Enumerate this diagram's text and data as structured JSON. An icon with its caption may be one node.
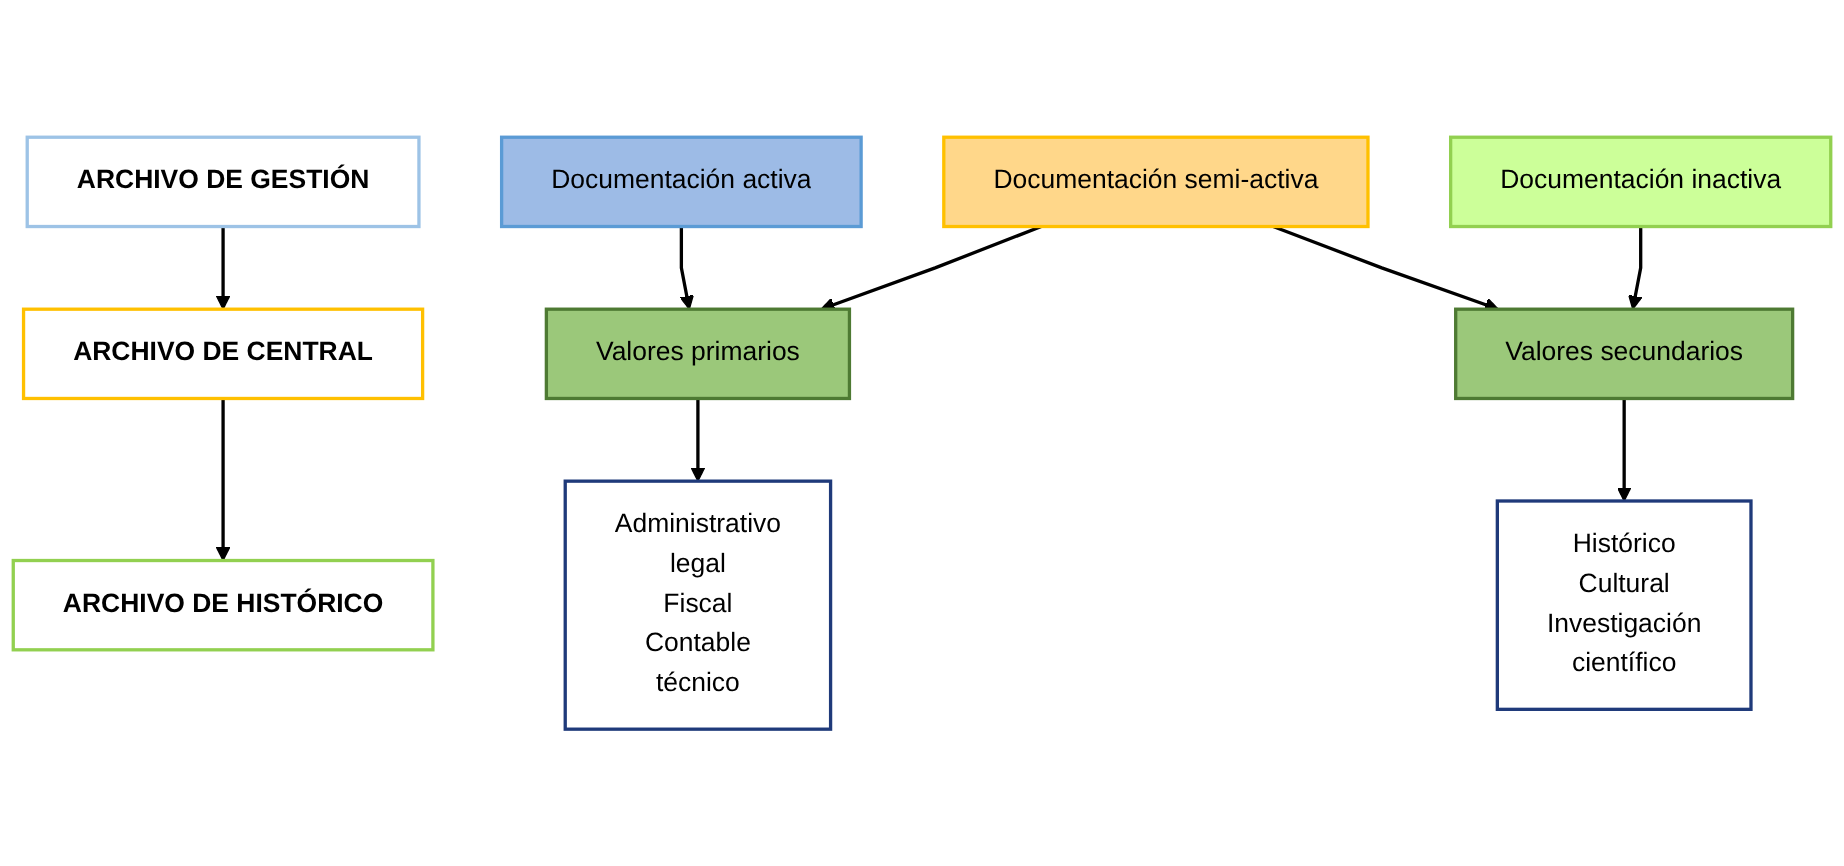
{
  "diagram": {
    "nodes": [
      {
        "text": [
          "ARCHIVO DE GESTIÓN"
        ]
      },
      {
        "text": [
          "Documentación activa"
        ]
      },
      {
        "text": [
          "ARCHIVO DE CENTRAL"
        ]
      },
      {
        "text": [
          "Documentación semi-activa"
        ]
      },
      {
        "text": [
          "ARCHIVO DE HISTÓRICO"
        ]
      },
      {
        "text": [
          "Documentación inactiva"
        ]
      },
      {
        "text": [
          "Valores primarios"
        ]
      },
      {
        "text": [
          "Valores secundarios"
        ]
      },
      {
        "text": [
          "Administrativo",
          "legal",
          "Fiscal",
          "Contable",
          "técnico"
        ]
      },
      {
        "text": [
          "Histórico",
          "Cultural",
          "Investigación",
          "científico"
        ]
      }
    ],
    "edges": [
      {
        "from": 0,
        "to": 2,
        "arrow": "to"
      },
      {
        "from": 2,
        "to": 4,
        "arrow": "to"
      },
      {
        "from": 1,
        "to": 6,
        "arrow": "to"
      },
      {
        "from": 3,
        "to": 6,
        "arrow": "to"
      },
      {
        "from": 3,
        "to": 7,
        "arrow": "to"
      },
      {
        "from": 5,
        "to": 7,
        "arrow": "to"
      },
      {
        "from": 6,
        "to": 8,
        "arrow": "to"
      },
      {
        "from": 7,
        "to": 9,
        "arrow": "to"
      }
    ]
  }
}
